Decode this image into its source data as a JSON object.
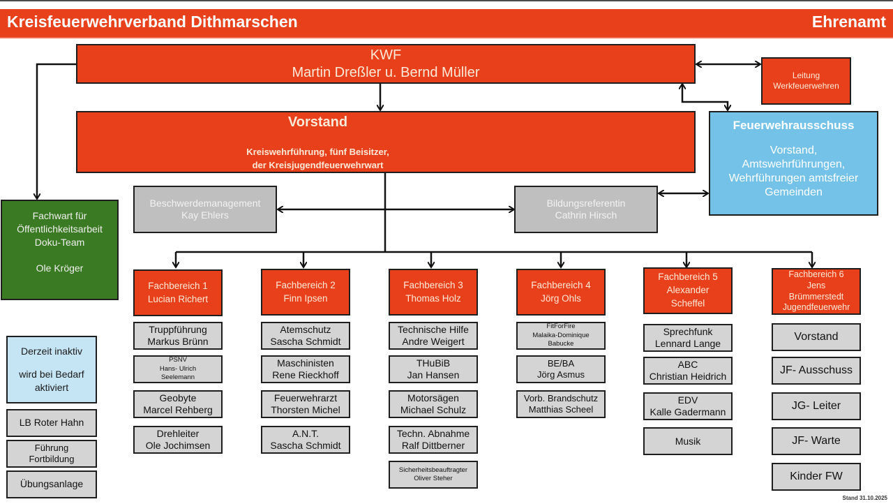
{
  "header": {
    "title": "Kreisfeuerwehrverband Dithmarschen",
    "right": "Ehrenamt"
  },
  "colors": {
    "brand_red": "#e8401b",
    "grey_box": "#d4d4d4",
    "light_grey_box": "#bfbfbf",
    "blue_box": "#74c2e8",
    "light_blue_box": "#c5e5f5",
    "green_box": "#3a7a22"
  },
  "kwf": {
    "line1": "KWF",
    "line2": "Martin Dreßler u. Bernd Müller"
  },
  "leitung": {
    "line1": "Leitung",
    "line2": "Werkfeuerwehren"
  },
  "vorstand": {
    "title": "Vorstand",
    "line1": "Kreiswehrführung, fünf Beisitzer,",
    "line2": "der Kreisjugendfeuerwehrwart"
  },
  "ausschuss": {
    "title": "Feuerwehrausschuss",
    "line1": "Vorstand,",
    "line2": "Amtswehrführungen,",
    "line3": "Wehrführungen amtsfreier",
    "line4": "Gemeinden"
  },
  "fachwart": {
    "line1": "Fachwart für",
    "line2": "Öffentlichkeitsarbeit",
    "line3": "Doku-Team",
    "line4": "Ole Kröger"
  },
  "beschwerde": {
    "line1": "Beschwerdemanagement",
    "line2": "Kay Ehlers"
  },
  "bildung": {
    "line1": "Bildungsreferentin",
    "line2": "Cathrin Hirsch"
  },
  "inaktiv": {
    "line1": "Derzeit inaktiv",
    "line2": "wird bei Bedarf",
    "line3": "aktiviert",
    "items": [
      {
        "line1": "LB Roter Hahn",
        "line2": ""
      },
      {
        "line1": "Führung",
        "line2": "Fortbildung"
      },
      {
        "line1": "Übungsanlage",
        "line2": ""
      }
    ]
  },
  "fachbereiche": [
    {
      "lines": [
        "Fachbereich 1",
        "Lucian Richert"
      ],
      "items": [
        [
          "Truppführung",
          "Markus Brünn"
        ],
        [
          "PSNV",
          "Hans- Ulrich",
          "Seelemann"
        ],
        [
          "Geobyte",
          "Marcel Rehberg"
        ],
        [
          "Drehleiter",
          "Ole Jochimsen"
        ]
      ]
    },
    {
      "lines": [
        "Fachbereich 2",
        "Finn Ipsen"
      ],
      "items": [
        [
          "Atemschutz",
          "Sascha Schmidt"
        ],
        [
          "Maschinisten",
          "Rene Rieckhoff"
        ],
        [
          "Feuerwehrarzt",
          "Thorsten Michel"
        ],
        [
          "A.N.T.",
          "Sascha Schmidt"
        ]
      ]
    },
    {
      "lines": [
        "Fachbereich 3",
        "Thomas Holz"
      ],
      "items": [
        [
          "Technische Hilfe",
          "Andre Weigert"
        ],
        [
          "THuBiB",
          "Jan Hansen"
        ],
        [
          "Motorsägen",
          "Michael Schulz"
        ],
        [
          "Techn. Abnahme",
          "Ralf Dittberner"
        ],
        [
          "Sicherheitsbeauftragter",
          "Oliver Steher"
        ]
      ]
    },
    {
      "lines": [
        "Fachbereich 4",
        "Jörg Ohls"
      ],
      "items": [
        [
          "FitForFire",
          "Malaika-Dominique",
          "Babucke"
        ],
        [
          "BE/BA",
          "Jörg Asmus"
        ],
        [
          "Vorb. Brandschutz",
          "Matthias Scheel"
        ]
      ]
    },
    {
      "lines": [
        "Fachbereich 5",
        "Alexander",
        "Scheffel"
      ],
      "items": [
        [
          "Sprechfunk",
          "Lennard Lange"
        ],
        [
          "ABC",
          "Christian Heidrich"
        ],
        [
          "EDV",
          "Kalle Gadermann"
        ],
        [
          "Musik"
        ]
      ]
    },
    {
      "lines": [
        "Fachbereich 6",
        "Jens",
        "Brümmerstedt",
        "Jugendfeuerwehr"
      ],
      "items": [
        [
          "Vorstand"
        ],
        [
          "JF- Ausschuss"
        ],
        [
          "JG- Leiter"
        ],
        [
          "JF- Warte"
        ],
        [
          "Kinder FW"
        ]
      ]
    }
  ],
  "footer": {
    "stand": "Stand 31.10.2025"
  }
}
